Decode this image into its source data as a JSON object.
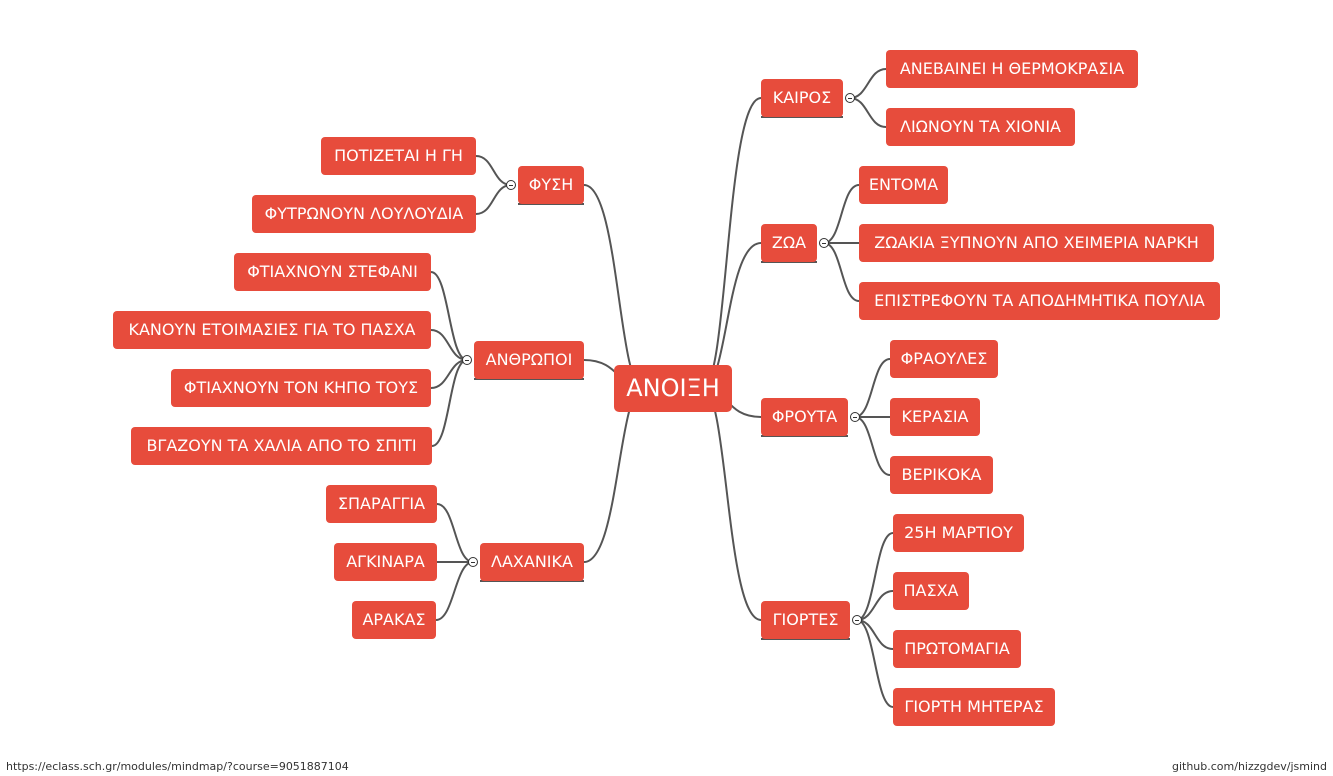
{
  "mindmap": {
    "root": "ΑΝΟΙΞΗ",
    "right": [
      {
        "label": "ΚΑΙΡΟΣ",
        "children": [
          "ΑΝΕΒΑΙΝΕΙ Η ΘΕΡΜΟΚΡΑΣΙΑ",
          "ΛΙΩΝΟΥΝ ΤΑ ΧΙΟΝΙΑ"
        ]
      },
      {
        "label": "ΖΩΑ",
        "children": [
          "ΕΝΤΟΜΑ",
          "ΖΩΑΚΙΑ ΞΥΠΝΟΥΝ ΑΠΟ ΧΕΙΜΕΡΙΑ ΝΑΡΚΗ",
          "ΕΠΙΣΤΡΕΦΟΥΝ ΤΑ ΑΠΟΔΗΜΗΤΙΚΑ ΠΟΥΛΙΑ"
        ]
      },
      {
        "label": "ΦΡΟΥΤΑ",
        "children": [
          "ΦΡΑΟΥΛΕΣ",
          "ΚΕΡΑΣΙΑ",
          "ΒΕΡΙΚΟΚΑ"
        ]
      },
      {
        "label": "ΓΙΟΡΤΕΣ",
        "children": [
          "25Η ΜΑΡΤΙΟΥ",
          "ΠΑΣΧΑ",
          "ΠΡΩΤΟΜΑΓΙΑ",
          "ΓΙΟΡΤΗ ΜΗΤΕΡΑΣ"
        ]
      }
    ],
    "left": [
      {
        "label": "ΦΥΣΗ",
        "children": [
          "ΠΟΤΙΖΕΤΑΙ Η ΓΗ",
          "ΦΥΤΡΩΝΟΥΝ ΛΟΥΛΟΥΔΙΑ"
        ]
      },
      {
        "label": "ΑΝΘΡΩΠΟΙ",
        "children": [
          "ΦΤΙΑΧΝΟΥΝ ΣΤΕΦΑΝΙ",
          "ΚΑΝΟΥΝ ΕΤΟΙΜΑΣΙΕΣ ΓΙΑ ΤΟ ΠΑΣΧΑ",
          "ΦΤΙΑΧΝΟΥΝ ΤΟΝ ΚΗΠΟ ΤΟΥΣ",
          "ΒΓΑΖΟΥΝ ΤΑ ΧΑΛΙΑ ΑΠΟ ΤΟ ΣΠΙΤΙ"
        ]
      },
      {
        "label": "ΛΑΧΑΝΙΚΑ",
        "children": [
          "ΣΠΑΡΑΓΓΙΑ",
          "ΑΓΚΙΝΑΡΑ",
          "ΑΡΑΚΑΣ"
        ]
      }
    ]
  },
  "colors": {
    "node": "#e74c3c",
    "line": "#555555"
  },
  "footer": {
    "url": "https://eclass.sch.gr/modules/mindmap/?course=9051887104",
    "credit": "github.com/hizzgdev/jsmind"
  }
}
